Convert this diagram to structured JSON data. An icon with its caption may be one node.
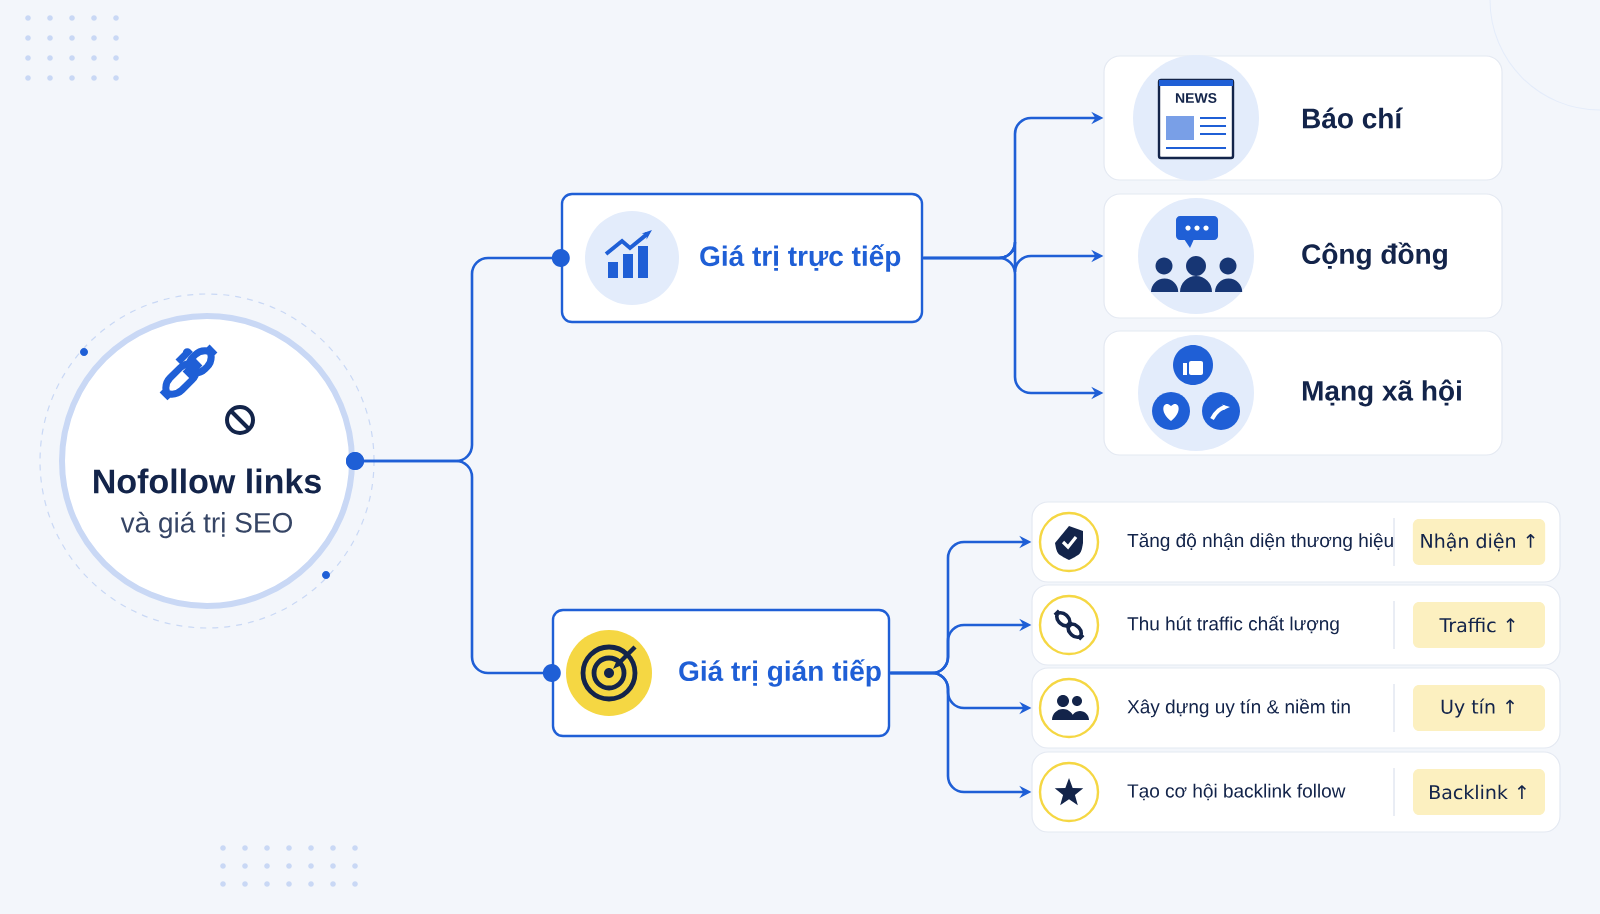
{
  "diagram": {
    "nodes": [
      {
        "text": [
          "Nofollow links",
          "và giá trị SEO"
        ]
      },
      {
        "text": [
          "Giá trị trực tiếp"
        ]
      },
      {
        "text": [
          "Giá trị gián tiếp"
        ]
      },
      {
        "text": [
          "Báo chí"
        ]
      },
      {
        "text": [
          "Cộng đồng"
        ]
      },
      {
        "text": [
          "Mạng xã hội"
        ]
      },
      {
        "text": [
          "Tăng độ nhận diện thương hiệu",
          "Nhận diện ↑"
        ]
      },
      {
        "text": [
          "Thu hút traffic chất lượng",
          "Traffic ↑"
        ]
      },
      {
        "text": [
          "Xây dựng uy tín & niềm tin",
          "Uy tín ↑"
        ]
      },
      {
        "text": [
          "Tạo cơ hội backlink follow",
          "Backlink ↑"
        ]
      }
    ],
    "edges": [
      {
        "from": 0,
        "to": 1,
        "arrow": "other"
      },
      {
        "from": 0,
        "to": 2,
        "arrow": "other"
      },
      {
        "from": 1,
        "to": 3,
        "arrow": "to"
      },
      {
        "from": 1,
        "to": 4,
        "arrow": "to"
      },
      {
        "from": 1,
        "to": 5,
        "arrow": "to"
      },
      {
        "from": 2,
        "to": 6,
        "arrow": "to"
      },
      {
        "from": 2,
        "to": 7,
        "arrow": "to"
      },
      {
        "from": 2,
        "to": 8,
        "arrow": "to"
      },
      {
        "from": 2,
        "to": 9,
        "arrow": "to"
      }
    ],
    "labels": [
      "NEWS"
    ]
  }
}
